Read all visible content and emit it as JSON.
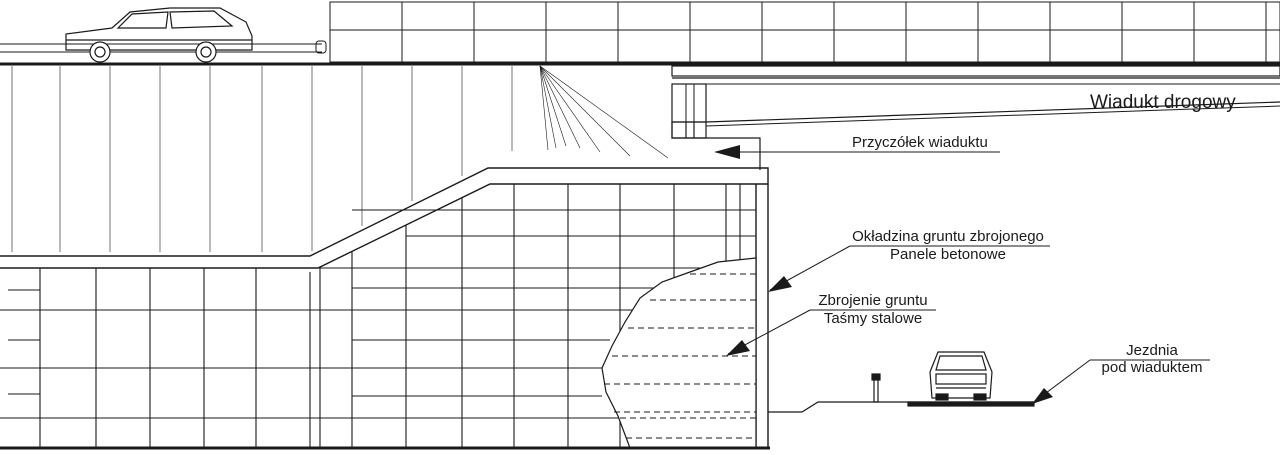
{
  "labels": {
    "viaduct": "Wiadukt drogowy",
    "abutment": "Przyczółek wiaduktu",
    "cladding": [
      "Okładzina gruntu zbrojonego",
      "Panele betonowe"
    ],
    "reinforcement": [
      "Zbrojenie gruntu",
      "Taśmy stalowe"
    ],
    "roadway": [
      "Jezdnia",
      "pod wiaduktem"
    ]
  },
  "colors": {
    "line": "#1a1a1a",
    "background": "#ffffff"
  }
}
